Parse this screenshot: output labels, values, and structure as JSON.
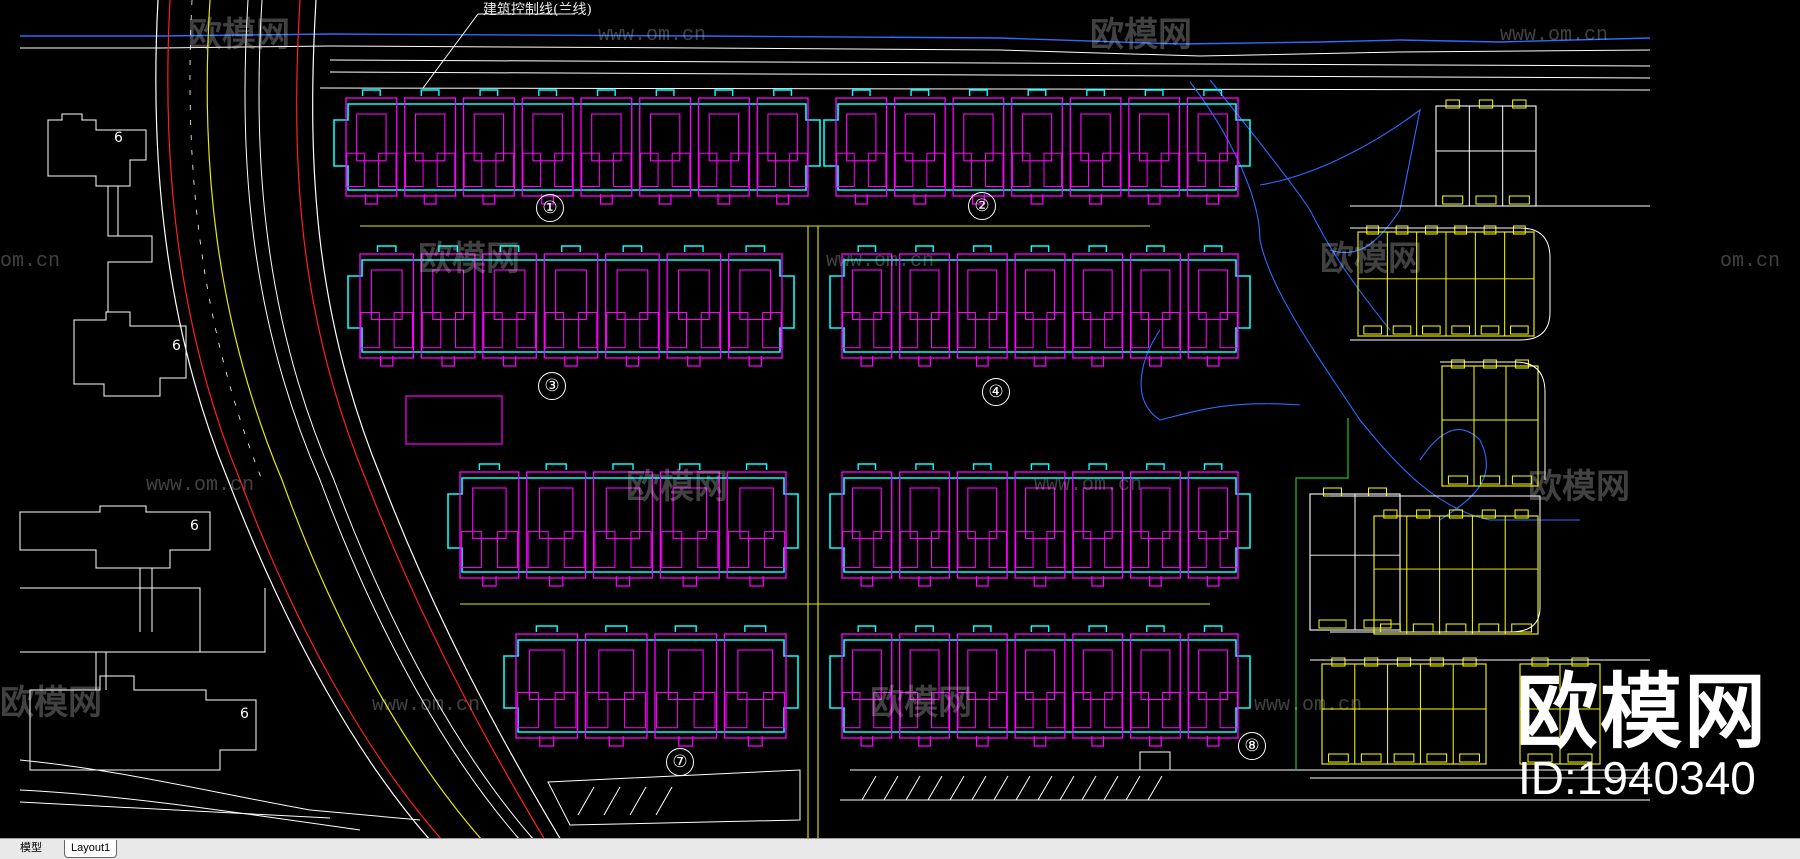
{
  "drawing": {
    "annotation": "建筑控制线(兰线)",
    "building_numbers": [
      "①",
      "②",
      "③",
      "④",
      "⑦",
      "⑧"
    ],
    "existing_label": "6"
  },
  "watermark": {
    "brand": "欧模网",
    "id_text": "ID:1940340",
    "url": "www.om.cn",
    "url_partial": "om.cn",
    "brand_partial": "欧模网"
  },
  "tabs": {
    "model": "模型",
    "layout1": "Layout1"
  },
  "colors": {
    "background": "#000000",
    "building_outline": "#ff00ff",
    "building_offset": "#00ffff",
    "villa": "#ffff00",
    "road_edge": "#ff2020",
    "road_center": "#e8e800",
    "control_line": "#2a6cff",
    "greenline": "#22c022",
    "linework": "#ffffff"
  }
}
